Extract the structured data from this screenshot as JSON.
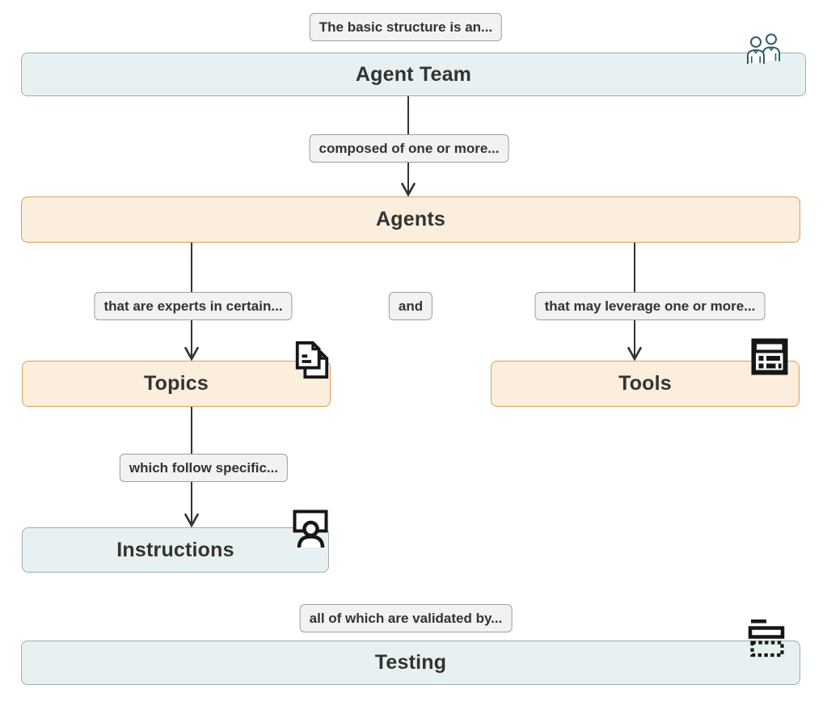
{
  "diagram": {
    "nodes": {
      "agent_team": "Agent Team",
      "agents": "Agents",
      "topics": "Topics",
      "tools": "Tools",
      "instructions": "Instructions",
      "testing": "Testing"
    },
    "edge_labels": {
      "basic_structure": "The basic structure is an...",
      "composed_of": "composed of one or more...",
      "experts_in": "that are experts in certain...",
      "and": "and",
      "leverage": "that may leverage one or more...",
      "follow_specific": "which follow specific...",
      "validated_by": "all of which are validated by..."
    },
    "icons": {
      "agent_team": "team-people-icon",
      "topics": "documents-icon",
      "tools": "list-window-icon",
      "instructions": "presenter-person-icon",
      "testing": "validation-field-icon"
    },
    "colors": {
      "teal_node_fill": "#e8f1f1",
      "teal_node_border": "#98aeb3",
      "orange_node_fill": "#fbeedd",
      "orange_node_border": "#d89e57",
      "edge_label_fill": "#f2f2f0",
      "edge_label_border": "#9e9e9e",
      "text": "#333333",
      "arrow": "#333333",
      "team_icon": "#2d5d6b",
      "detail_icon": "#161616"
    }
  }
}
